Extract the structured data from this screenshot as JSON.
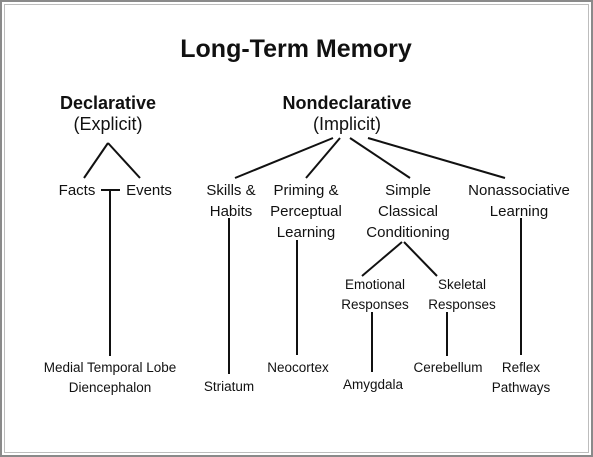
{
  "title": "Long-Term Memory",
  "declarative": {
    "name": "Declarative",
    "alias": "(Explicit)"
  },
  "nondeclarative": {
    "name": "Nondeclarative",
    "alias": "(Implicit)"
  },
  "facts": "Facts",
  "events": "Events",
  "skills": [
    "Skills &",
    "Habits"
  ],
  "priming": [
    "Priming &",
    "Perceptual",
    "Learning"
  ],
  "simple": [
    "Simple",
    "Classical",
    "Conditioning"
  ],
  "nonassociative": [
    "Nonassociative",
    "Learning"
  ],
  "emotional": [
    "Emotional",
    "Responses"
  ],
  "skeletal": [
    "Skeletal",
    "Responses"
  ],
  "structures": {
    "medial_temporal": [
      "Medial Temporal Lobe",
      "Diencephalon"
    ],
    "striatum": "Striatum",
    "neocortex": "Neocortex",
    "amygdala": "Amygdala",
    "cerebellum": "Cerebellum",
    "reflex": [
      "Reflex",
      "Pathways"
    ]
  },
  "colors": {
    "line": "#111111",
    "text": "#111111",
    "border": "#8a8a8a"
  }
}
